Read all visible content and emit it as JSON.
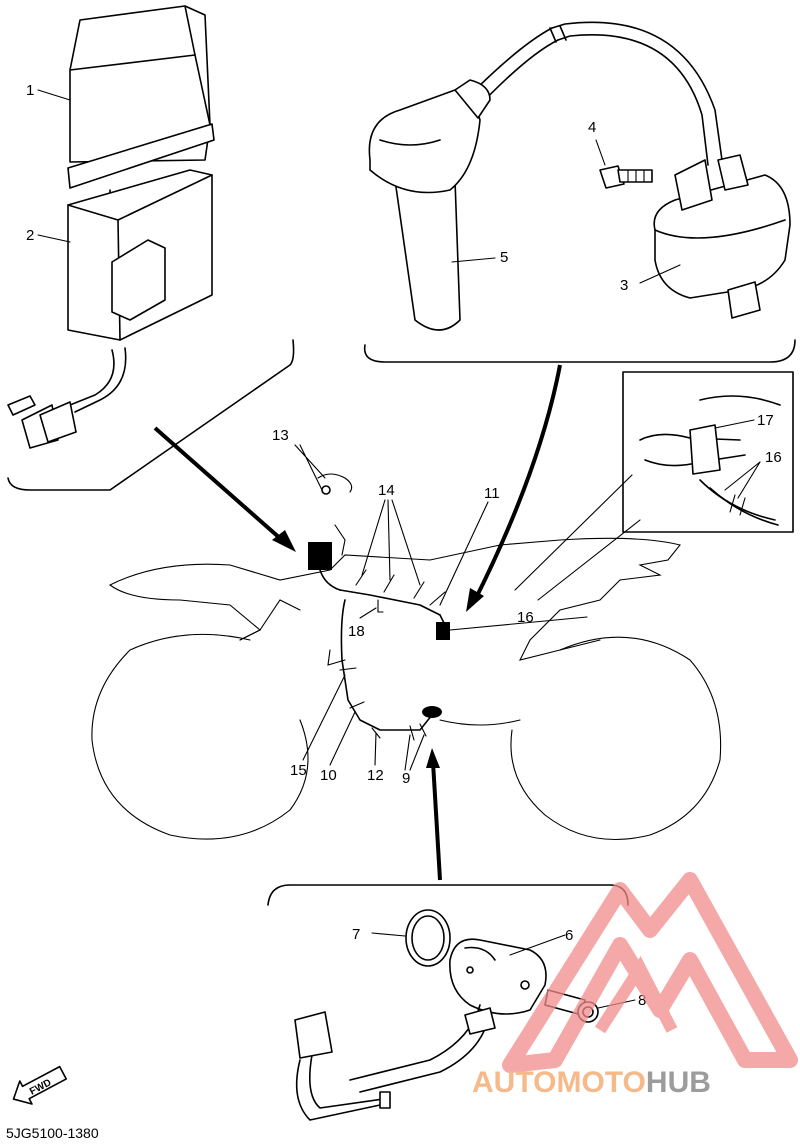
{
  "part_labels": {
    "p1": "1",
    "p2": "2",
    "p3": "3",
    "p4": "4",
    "p5": "5",
    "p6": "6",
    "p7": "7",
    "p8": "8",
    "p9": "9",
    "p10": "10",
    "p11": "11",
    "p12": "12",
    "p13": "13",
    "p14": "14",
    "p15": "15",
    "p16a": "16",
    "p16b": "16",
    "p17": "17",
    "p18": "18"
  },
  "fwd_label": "FWD",
  "diagram_code": "5JG5100-1380",
  "watermark": {
    "auto": "AUTO",
    "moto": "MOTO",
    "hub": "HUB",
    "colors": {
      "auto": "#f6b98a",
      "moto": "#f6b98a",
      "hub": "#9c9c9c",
      "logo": "#f28b8b"
    }
  },
  "colors": {
    "line": "#000000",
    "background": "#ffffff"
  }
}
